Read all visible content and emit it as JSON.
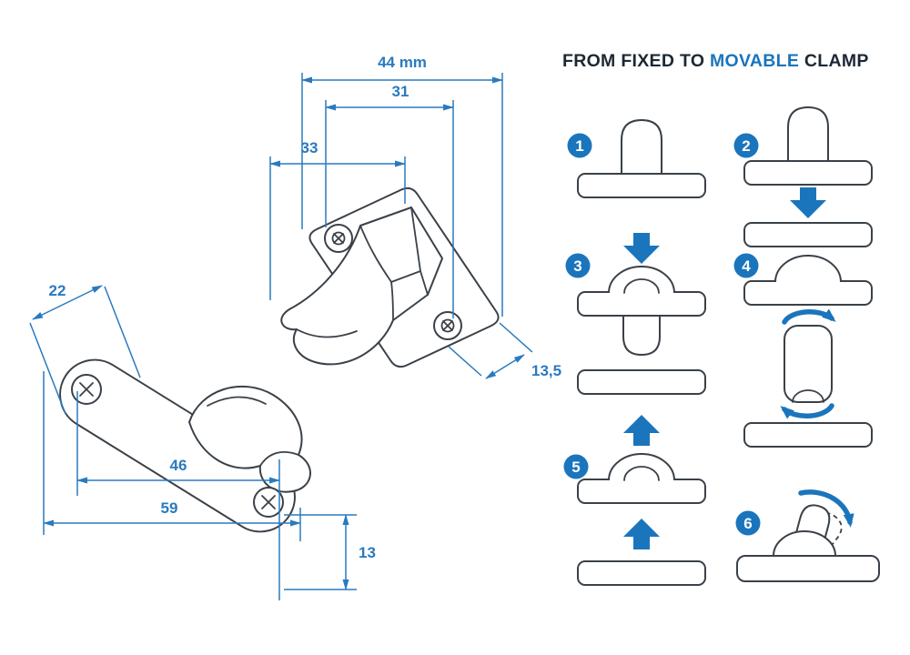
{
  "title": {
    "part1": "FROM FIXED TO",
    "highlight": "MOVABLE",
    "part2": "CLAMP"
  },
  "dimensions": {
    "overall_width": "44 mm",
    "hole_spacing_upper": "31",
    "body_width": "33",
    "plate_width": "22",
    "screw_spacing": "46",
    "plate_length": "59",
    "plate_end_height": "13",
    "flange_thickness": "13,5"
  },
  "steps": [
    {
      "number": "1"
    },
    {
      "number": "2"
    },
    {
      "number": "3"
    },
    {
      "number": "4"
    },
    {
      "number": "5"
    },
    {
      "number": "6"
    }
  ],
  "colors": {
    "accent": "#1b75bc",
    "dim": "#2a7abf",
    "line": "#3a4148",
    "title_dark": "#1c2833",
    "background": "#ffffff"
  }
}
